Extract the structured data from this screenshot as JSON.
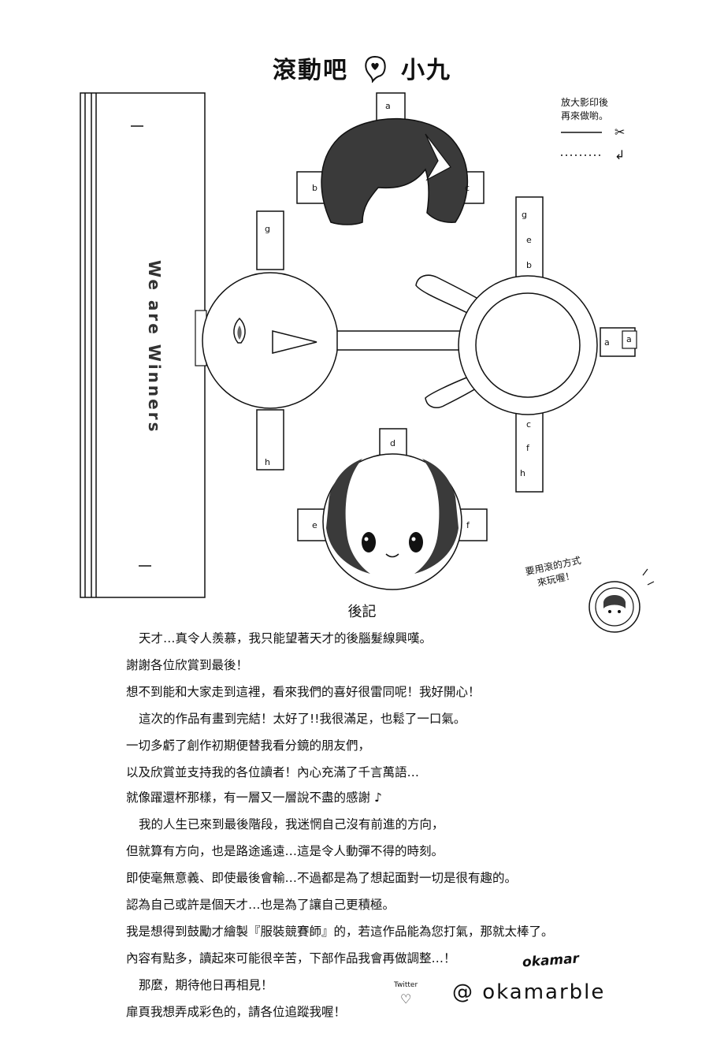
{
  "title": {
    "left": "滾動吧",
    "right": "小九"
  },
  "hint": {
    "line1": "放大影印後",
    "line2": "再來做喲。"
  },
  "vertical_text": "We are Winners",
  "roll_note": {
    "line1": "要用滾的方式",
    "line2": "來玩喔！"
  },
  "tabs": {
    "a1": "a",
    "b": "b",
    "c1": "c",
    "g1": "g",
    "g2": "g",
    "e1": "e",
    "b2": "b",
    "a2": "a",
    "a3": "a",
    "c2": "c",
    "f1": "f",
    "h1": "h",
    "h2": "h",
    "d": "d",
    "e2": "e",
    "f2": "f"
  },
  "afterword": {
    "title": "後記",
    "lines": [
      "天才…真令人羨慕，我只能望著天才的後腦髮線興嘆。",
      "謝謝各位欣賞到最後！",
      "想不到能和大家走到這裡，看來我們的喜好很雷同呢！我好開心！",
      "這次的作品有畫到完結！太好了!!我很滿足，也鬆了一口氣。",
      "一切多虧了創作初期便替我看分鏡的朋友們，",
      "以及欣賞並支持我的各位讀者！內心充滿了千言萬語…",
      "就像躍還杯那樣，有一層又一層說不盡的感謝",
      "我的人生已來到最後階段，我迷惘自己沒有前進的方向，",
      "但就算有方向，也是路途遙遠…這是令人動彈不得的時刻。",
      "即使毫無意義、即使最後會輸…不過都是為了想起面對一切是很有趣的。",
      "認為自己或許是個天才…也是為了讓自己更積極。",
      "我是想得到鼓勵才繪製『服裝競賽師』的，若這作品能為您打氣，那就太棒了。",
      "內容有點多，讀起來可能很辛苦，下部作品我會再做調整…！",
      "那麼，期待他日再相見！",
      "扉頁我想弄成彩色的，請各位追蹤我喔！"
    ]
  },
  "signature": "okamar",
  "twitter_label": "Twitter",
  "handle": "@ okamarble"
}
